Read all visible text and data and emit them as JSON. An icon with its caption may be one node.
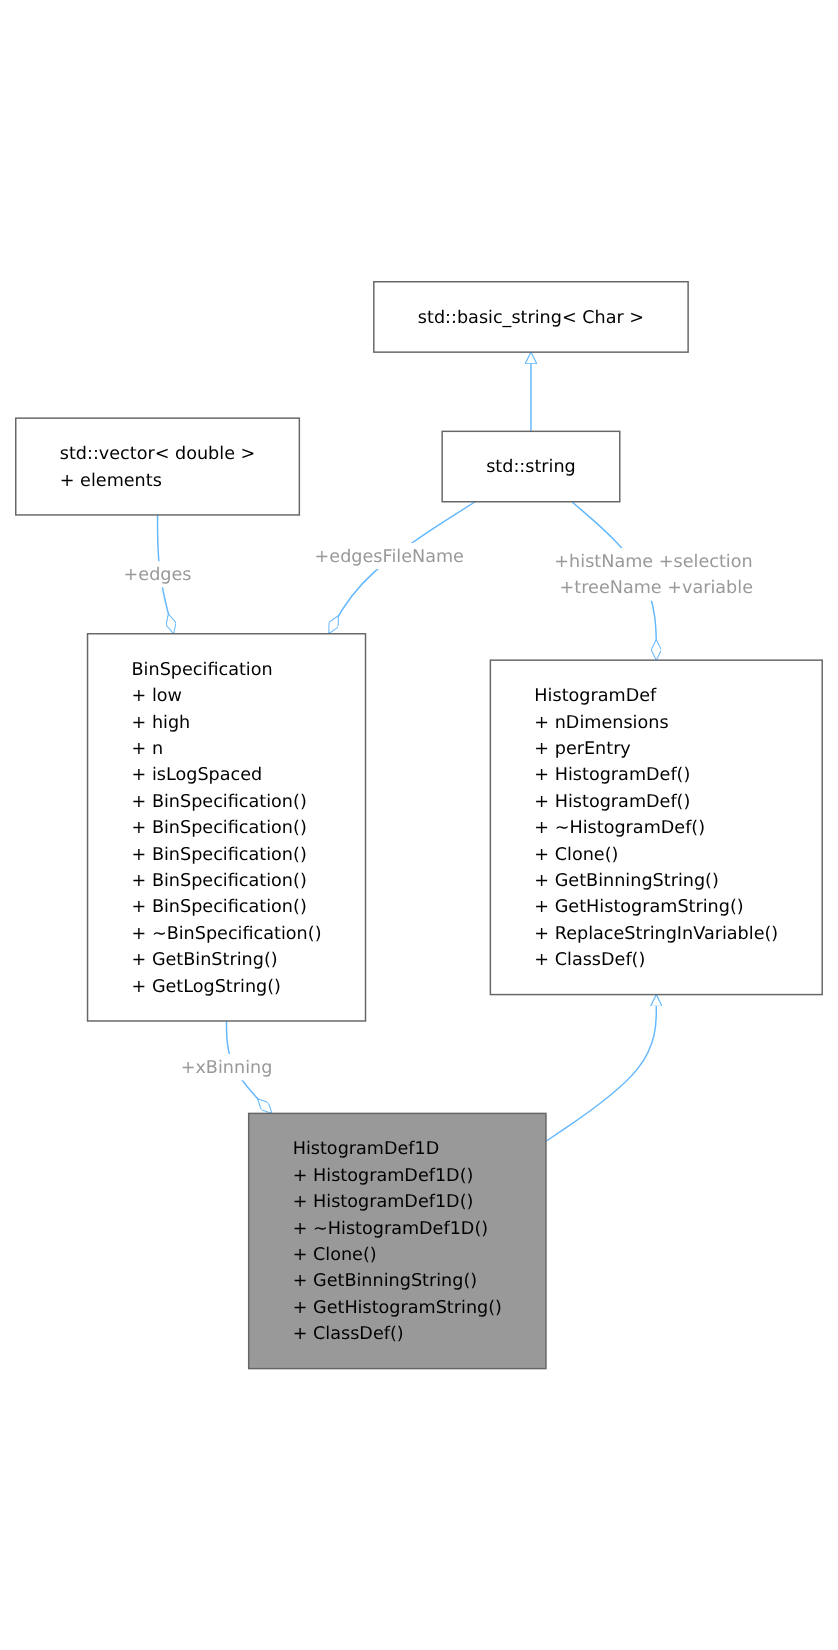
{
  "diagram": {
    "nodes": [
      {
        "text": [
          "std::basic_string< Char >"
        ]
      },
      {
        "text": [
          "std::vector< double >",
          "+ elements"
        ]
      },
      {
        "text": [
          "std::string"
        ]
      },
      {
        "text": [
          "BinSpecification",
          "+ low",
          "+ high",
          "+ n",
          "+ isLogSpaced",
          "+ BinSpecification()",
          "+ BinSpecification()",
          "+ BinSpecification()",
          "+ BinSpecification()",
          "+ BinSpecification()",
          "+ ~BinSpecification()",
          "+ GetBinString()",
          "+ GetLogString()"
        ]
      },
      {
        "text": [
          "HistogramDef",
          "+ nDimensions",
          "+ perEntry",
          "+ HistogramDef()",
          "+ HistogramDef()",
          "+ ~HistogramDef()",
          "+ Clone()",
          "+ GetBinningString()",
          "+ GetHistogramString()",
          "+ ReplaceStringInVariable()",
          "+ ClassDef()"
        ]
      },
      {
        "text": [
          "HistogramDef1D",
          "+ HistogramDef1D()",
          "+ HistogramDef1D()",
          "+ ~HistogramDef1D()",
          "+ Clone()",
          "+ GetBinningString()",
          "+ GetHistogramString()",
          "+ ClassDef()"
        ]
      }
    ],
    "edges": [
      {
        "from": 2,
        "to": 0,
        "arrow": "to"
      },
      {
        "from": 1,
        "to": 3,
        "arrow": "other",
        "label": "+edges"
      },
      {
        "from": 2,
        "to": 3,
        "arrow": "other",
        "label": "+edgesFileName"
      },
      {
        "from": 2,
        "to": 4,
        "arrow": "other",
        "label": "+histName +selection +treeName +variable"
      },
      {
        "from": 3,
        "to": 5,
        "arrow": "other",
        "label": "+xBinning"
      },
      {
        "from": 5,
        "to": 4,
        "arrow": "to"
      }
    ]
  }
}
